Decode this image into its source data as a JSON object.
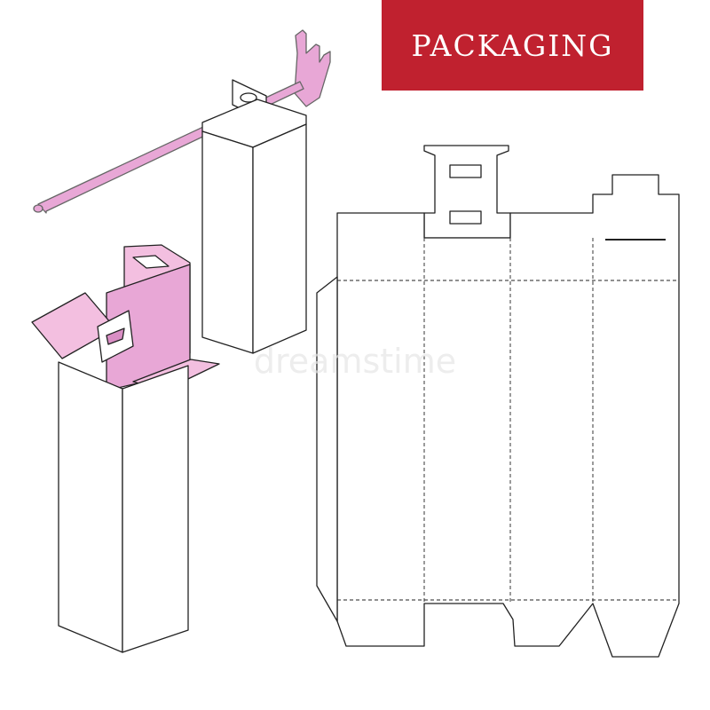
{
  "banner": {
    "title": "PACKAGING",
    "bg_color": "#c0212f",
    "text_color": "#ffffff"
  },
  "colors": {
    "outline": "#222222",
    "accent_pink": "#f3bfe0",
    "accent_pink_dark": "#d98ec4",
    "hook": "#e8a7d6"
  },
  "watermark": {
    "text": "dreamstime"
  },
  "figures": [
    {
      "name": "hanging-box-on-hook",
      "icon": "hook-box-icon"
    },
    {
      "name": "open-box-with-hang-tab",
      "icon": "open-box-icon"
    },
    {
      "name": "die-cut-dieline",
      "icon": "dieline-icon"
    }
  ]
}
